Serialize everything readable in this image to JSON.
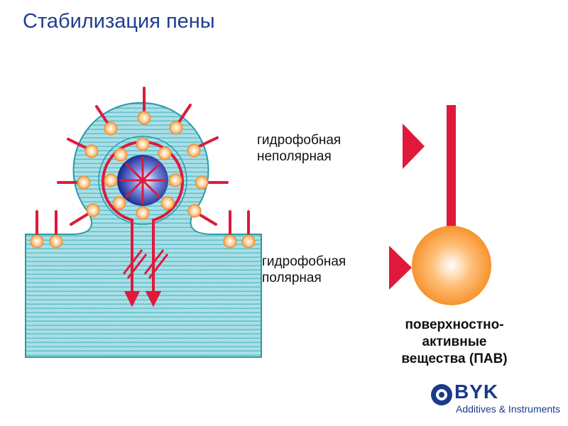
{
  "title": "Стабилизация пены",
  "labels": {
    "hydrophobic_nonpolar": [
      "гидрофобная",
      "неполярная"
    ],
    "hydrophobic_polar": [
      "гидрофобная",
      "полярная"
    ]
  },
  "caption": [
    "поверхностно-",
    "активные",
    "вещества (ПАВ)"
  ],
  "logo": {
    "brand": "BYK",
    "tagline": "Additives & Instruments"
  },
  "colors": {
    "title": "#1f3f8f",
    "surfactant_tail": "#e0193a",
    "surfactant_head": "#f7a04a",
    "liquid": "#8fd3dc",
    "air_bubble_core": "#1a2f9a",
    "pointer": "#e0193a"
  }
}
